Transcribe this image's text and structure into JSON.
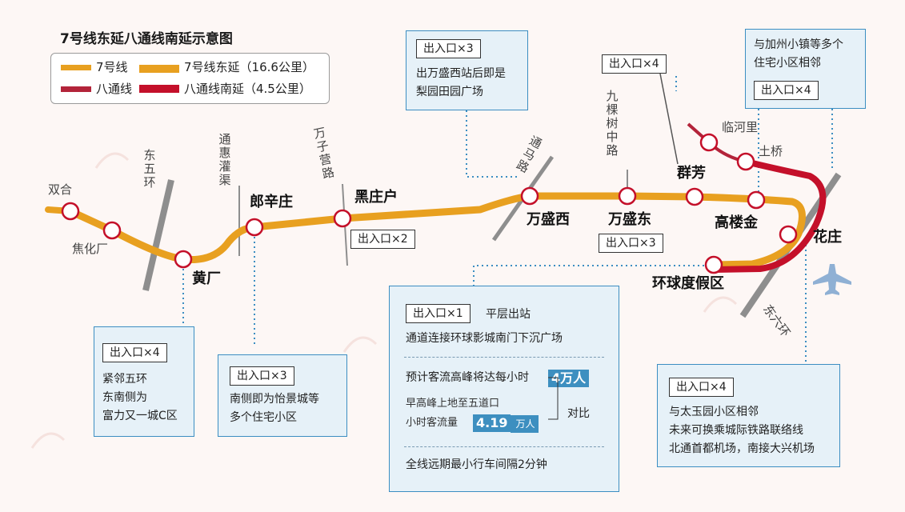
{
  "title": "7号线东延八通线南延示意图",
  "legend": [
    {
      "label": "7号线",
      "color": "#e8a020"
    },
    {
      "label": "7号线东延（16.6公里）",
      "color": "#e8a020"
    },
    {
      "label": "八通线",
      "color": "#b3243a"
    },
    {
      "label": "八通线南延（4.5公里）",
      "color": "#c4102a"
    }
  ],
  "colors": {
    "line7": "#e8a020",
    "batong": "#b3243a",
    "batong_ext": "#c4102a",
    "accent": "#3d8fc0",
    "road": "#8e8e8e"
  },
  "stations": {
    "shuanghe": "双合",
    "jiaohuachang": "焦化厂",
    "huangchang": "黄厂",
    "langxinzhuang": "郎辛庄",
    "heizhuanghu": "黑庄户",
    "wanshengxi": "万盛西",
    "wanshengdong": "万盛东",
    "qunfang": "群芳",
    "gaoloujin": "高楼金",
    "huazhuang": "花庄",
    "huanqiu": "环球度假区",
    "linheli": "临河里",
    "tuqiao": "土桥"
  },
  "roads": {
    "dongwuhuan": "东五环",
    "tonghui": "通惠灌渠",
    "wanziying": "万子营路",
    "tongma": "通马路",
    "jiukeshu": "九棵树中路",
    "dongliuhuan": "东六环"
  },
  "exits": {
    "heizhuanghu": "出入口×2",
    "wanshengdong": "出入口×3"
  },
  "boxes": {
    "huangchang": {
      "exit": "出入口×4",
      "lines": [
        "紧邻五环",
        "东南侧为",
        "富力又一城C区"
      ]
    },
    "langxinzhuang": {
      "exit": "出入口×3",
      "lines": [
        "南侧即为怡景城等",
        "多个住宅小区"
      ]
    },
    "wanshengxi": {
      "exit": "出入口×3",
      "lines": [
        "出万盛西站后即是",
        "梨园田园广场"
      ]
    },
    "qunfang": {
      "exit": "出入口×4"
    },
    "gaoloujin": {
      "lines": [
        "与加州小镇等多个",
        "住宅小区相邻"
      ],
      "exit": "出入口×4"
    },
    "huanqiu": {
      "exit": "出入口×1",
      "exit_note": "平层出站",
      "line1": "通道连接环球影城南门下沉广场",
      "peak_text": "预计客流高峰将达每小时",
      "peak_value": "4万人",
      "compare_label": "早高峰上地至五道口",
      "compare_label2": "小时客流量",
      "compare_value": "4.19",
      "compare_unit": "万人",
      "compare_tag": "对比",
      "interval": "全线远期最小行车间隔2分钟"
    },
    "huazhuang": {
      "exit": "出入口×4",
      "lines": [
        "与太玉园小区相邻",
        "未来可换乘城际铁路联络线",
        "北通首都机场，南接大兴机场"
      ]
    }
  }
}
